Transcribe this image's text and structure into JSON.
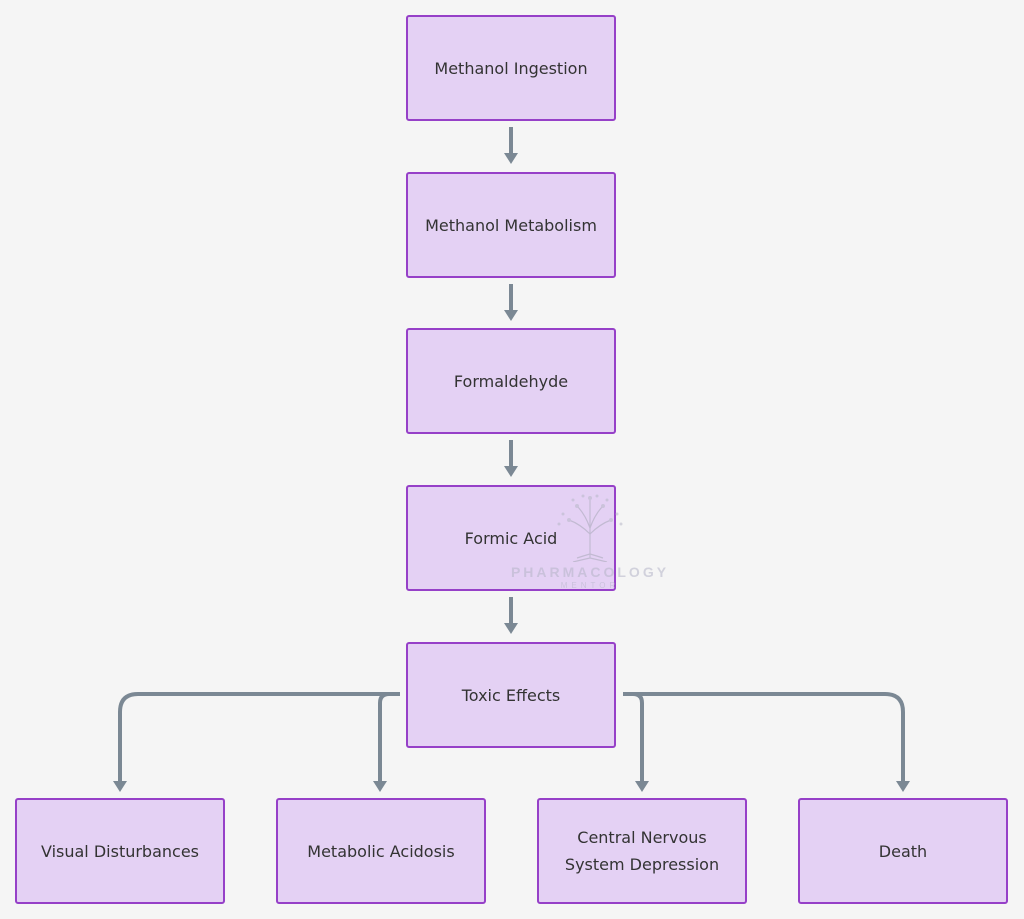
{
  "diagram": {
    "nodes": {
      "methanol_ingestion": "Methanol Ingestion",
      "methanol_metabolism": "Methanol Metabolism",
      "formaldehyde": "Formaldehyde",
      "formic_acid": "Formic Acid",
      "toxic_effects": "Toxic Effects",
      "visual_disturbances": "Visual Disturbances",
      "metabolic_acidosis": "Metabolic Acidosis",
      "cns_depression": "Central Nervous\nSystem Depression",
      "death": "Death"
    },
    "edges": [
      [
        "methanol_ingestion",
        "methanol_metabolism"
      ],
      [
        "methanol_metabolism",
        "formaldehyde"
      ],
      [
        "formaldehyde",
        "formic_acid"
      ],
      [
        "formic_acid",
        "toxic_effects"
      ],
      [
        "toxic_effects",
        "visual_disturbances"
      ],
      [
        "toxic_effects",
        "metabolic_acidosis"
      ],
      [
        "toxic_effects",
        "cns_depression"
      ],
      [
        "toxic_effects",
        "death"
      ]
    ],
    "colors": {
      "node_fill": "#e4d1f4",
      "node_border": "#9640c8",
      "edge": "#7b8894",
      "background": "#f5f5f5"
    }
  },
  "watermark": {
    "line1": "PHARMACOLOGY",
    "line2": "MENTOR",
    "icon": "tree-logo"
  }
}
